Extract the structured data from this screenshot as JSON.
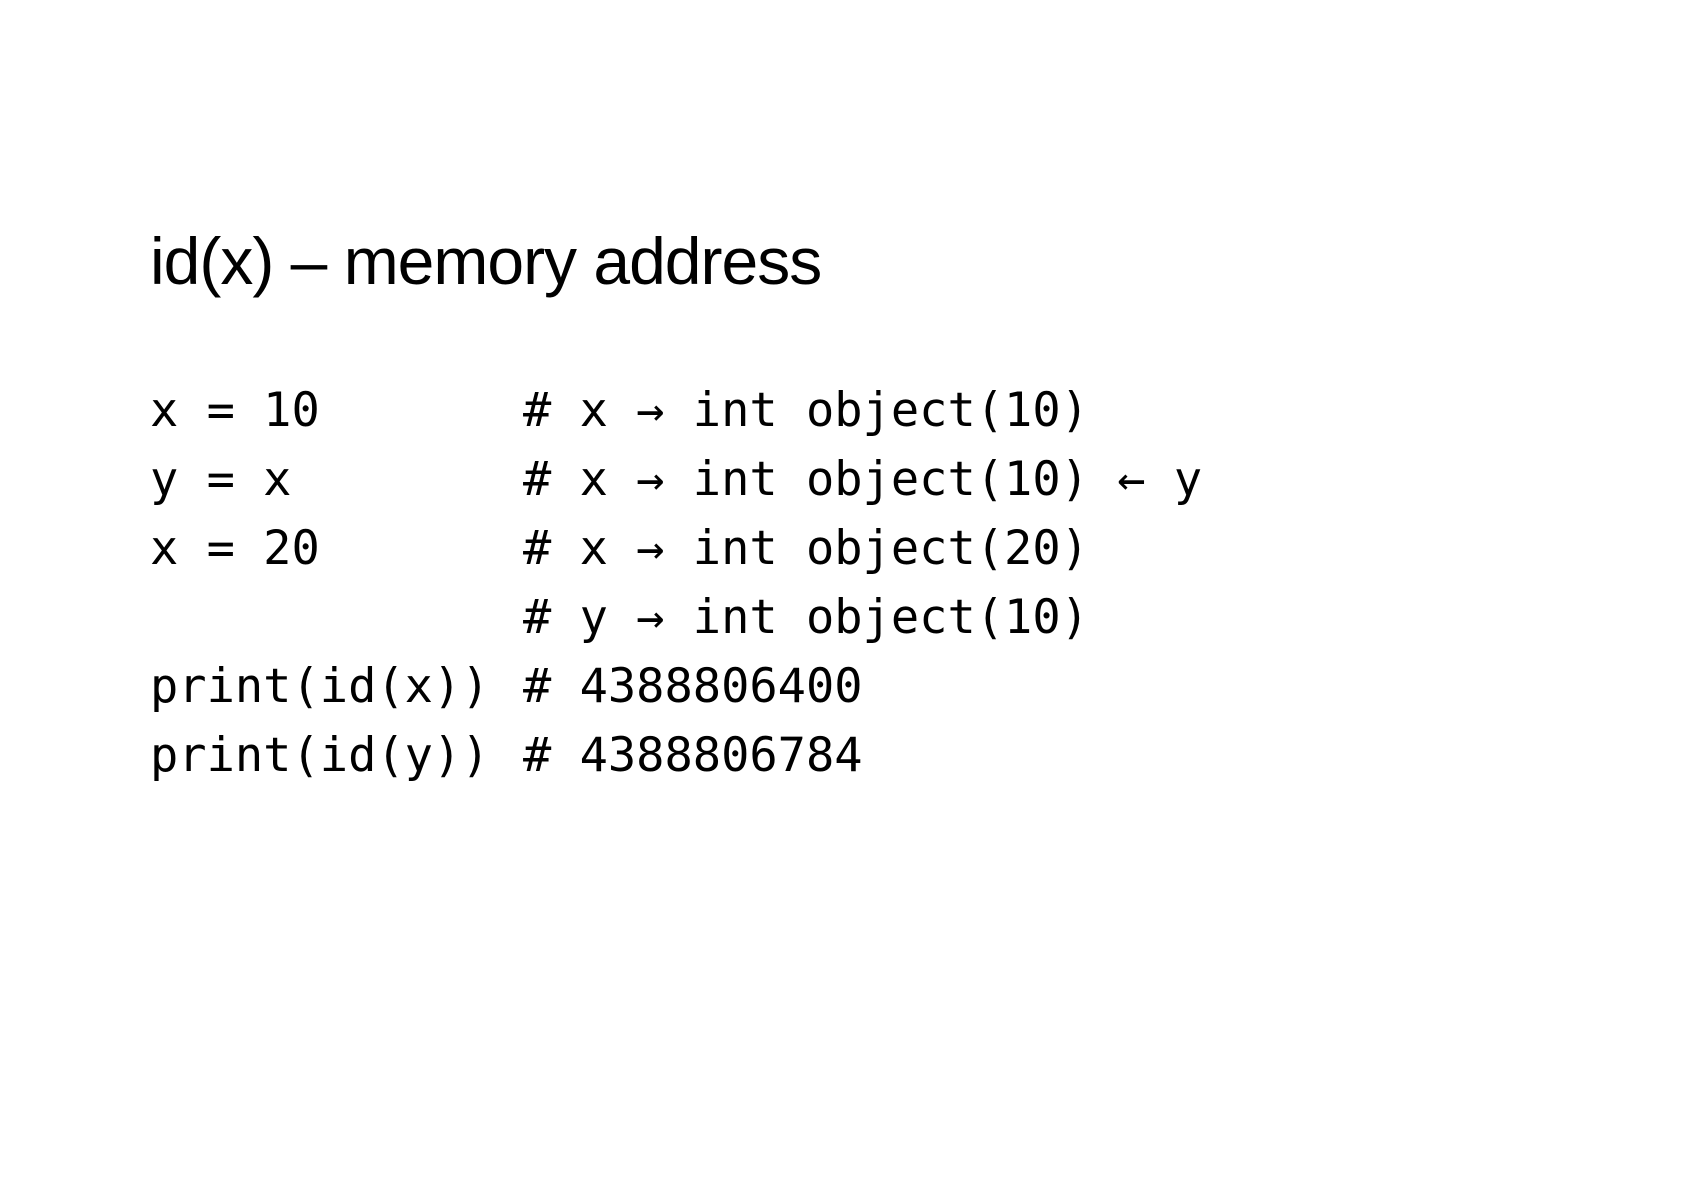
{
  "slide": {
    "title": "id(x) – memory address",
    "code_lines": [
      {
        "statement": "x = 10",
        "comment": "# x → int object(10)"
      },
      {
        "statement": "y = x",
        "comment": "# x → int object(10) ← y"
      },
      {
        "statement": "x = 20",
        "comment": "# x → int object(20)"
      },
      {
        "statement": "",
        "comment": "# y → int object(10)"
      },
      {
        "statement": "print(id(x))",
        "comment": "# 4388806400"
      },
      {
        "statement": "print(id(y))",
        "comment": "# 4388806784"
      }
    ]
  },
  "colors": {
    "background": "#ffffff",
    "text": "#000000"
  }
}
